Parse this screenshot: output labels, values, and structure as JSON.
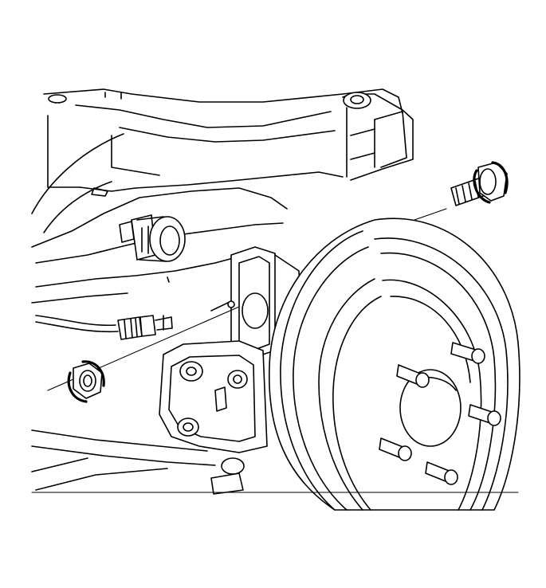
{
  "figure": {
    "parts": [
      {
        "name": "rear-axle-crossmember"
      },
      {
        "name": "trailing-arm-bushing"
      },
      {
        "name": "brake-hose"
      },
      {
        "name": "hub-bearing-assembly"
      },
      {
        "name": "brake-drum"
      },
      {
        "name": "wheel-studs"
      },
      {
        "name": "mounting-bolt"
      },
      {
        "name": "mounting-nut"
      }
    ],
    "colors": {
      "line": "#000000",
      "background": "#ffffff"
    }
  }
}
